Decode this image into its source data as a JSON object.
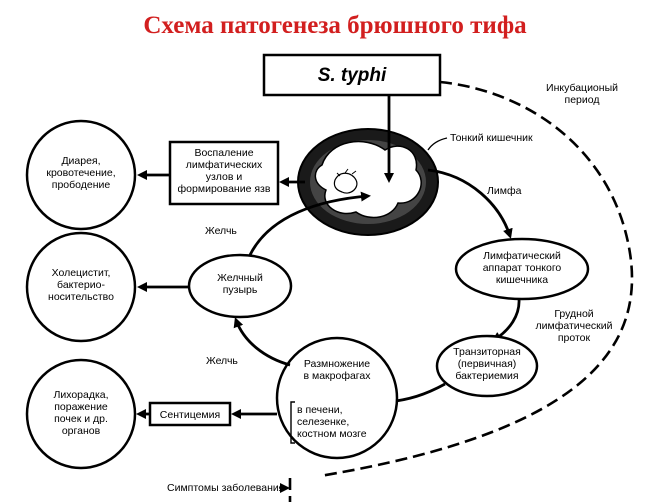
{
  "title": "Схема патогенеза брюшного тифа",
  "colors": {
    "title": "#d21f1f",
    "ink": "#000000",
    "background": "#ffffff"
  },
  "pathogen": "S. typhi",
  "labels": {
    "incubation": [
      "Инкубационый",
      "период"
    ],
    "small_intestine": "Тонкий кишечник",
    "lymph": "Лимфа",
    "bile_top": "Желчь",
    "bile_bottom": "Желчь",
    "thoracic_duct": [
      "Грудной",
      "лимфатический",
      "проток"
    ],
    "symptoms": "Симптомы заболевания"
  },
  "nodes": {
    "inflammation": [
      "Воспаление",
      "лимфатических",
      "узлов и",
      "формирование язв"
    ],
    "diarrhea": [
      "Диарея,",
      "кровотечение,",
      "прободение"
    ],
    "lymph_apparatus": [
      "Лимфатический",
      "аппарат тонкого",
      "кишечника"
    ],
    "gallbladder": [
      "Желчный",
      "пузырь"
    ],
    "cholecystitis": [
      "Холецистит,",
      "бактерио-",
      "носительство"
    ],
    "bacteremia": [
      "Транзиторная",
      "(первичная)",
      "бактериемия"
    ],
    "macrophages": [
      "Размножение",
      "в макрофагах"
    ],
    "organs": [
      "в печени,",
      "селезенке,",
      "костном мозге"
    ],
    "septicemia": "Сентицемия",
    "fever": [
      "Лихорадка,",
      "поражение",
      "почек и др.",
      "органов"
    ]
  }
}
